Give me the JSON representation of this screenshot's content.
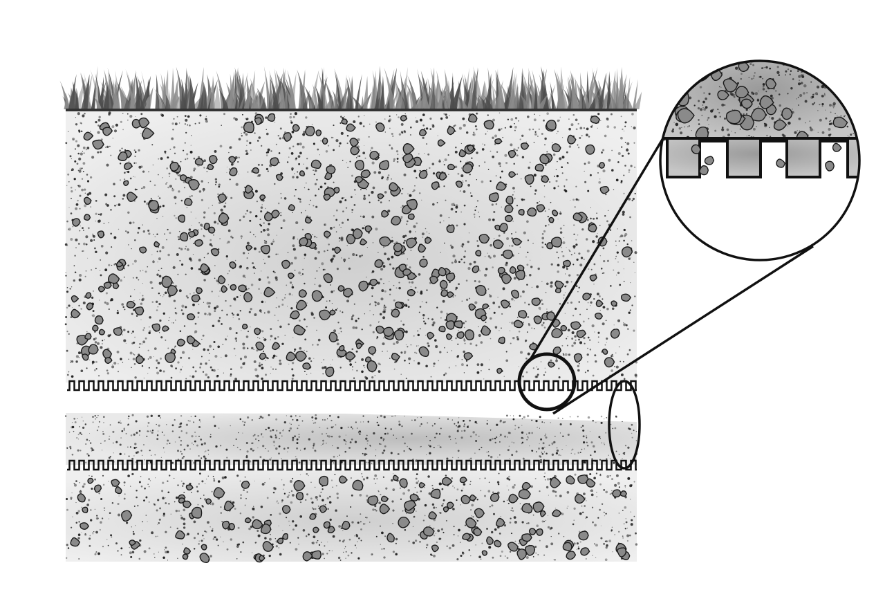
{
  "diagram": {
    "layers": [
      {
        "name": "grass-layer"
      },
      {
        "name": "upper-soil-layer"
      },
      {
        "name": "drain-pipe-layer"
      },
      {
        "name": "lower-soil-layer"
      }
    ],
    "pipe": {
      "wall_style": "corrugated"
    },
    "detail": {
      "zoom": true
    }
  },
  "colors": {
    "background": "#ffffff",
    "outline": "#111111",
    "soil_light": "#f2f2f2",
    "soil_mid": "#d6d6d6",
    "pebble_fill": "#8a8a8a",
    "grass_dark": "#4d4d4d",
    "grass_light": "#8c8c8c"
  }
}
